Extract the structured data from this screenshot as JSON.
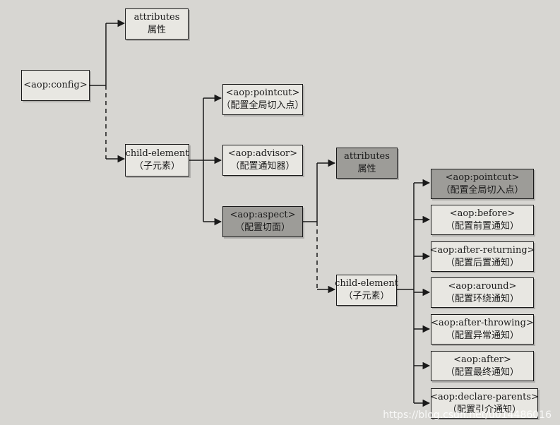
{
  "diagram": {
    "root": {
      "title": "<aop:config>"
    },
    "config_attributes": {
      "title": "attributes",
      "subtitle": "属性"
    },
    "config_child": {
      "title": "child-element",
      "subtitle": "（子元素）"
    },
    "pointcut": {
      "title": "<aop:pointcut>",
      "subtitle": "（配置全局切入点）"
    },
    "advisor": {
      "title": "<aop:advisor>",
      "subtitle": "（配置通知器）"
    },
    "aspect": {
      "title": "<aop:aspect>",
      "subtitle": "（配置切面）"
    },
    "aspect_attributes": {
      "title": "attributes",
      "subtitle": "属性"
    },
    "aspect_child": {
      "title": "child-element",
      "subtitle": "（子元素）"
    },
    "aspect_children": [
      {
        "title": "<aop:pointcut>",
        "subtitle": "（配置全局切入点）"
      },
      {
        "title": "<aop:before>",
        "subtitle": "（配置前置通知）"
      },
      {
        "title": "<aop:after-returning>",
        "subtitle": "（配置后置通知）"
      },
      {
        "title": "<aop:around>",
        "subtitle": "（配置环绕通知）"
      },
      {
        "title": "<aop:after-throwing>",
        "subtitle": "（配置异常通知）"
      },
      {
        "title": "<aop:after>",
        "subtitle": "（配置最终通知）"
      },
      {
        "title": "<aop:declare-parents>",
        "subtitle": "（配置引介通知）"
      }
    ],
    "colors": {
      "line": "#1a1a1a",
      "shaded_box": "#9d9c98",
      "plain_box": "#e8e7e2"
    }
  },
  "watermark": "https://blog.csdn.net/u014486016"
}
